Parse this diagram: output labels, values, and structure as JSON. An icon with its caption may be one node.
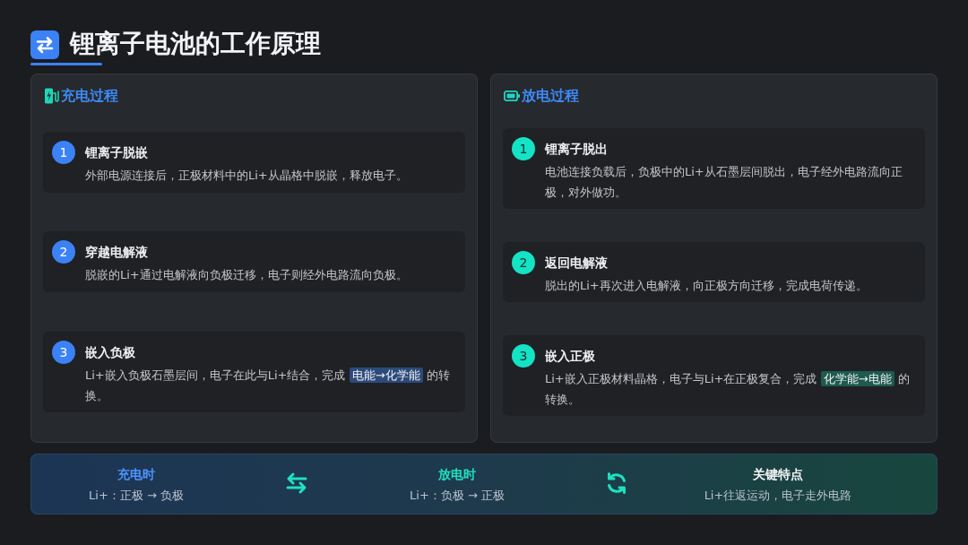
{
  "diagram": {
    "title": "锂离子电池的工作原理",
    "nodes": [
      {
        "text": [
          "充电过程"
        ]
      },
      {
        "text": [
          "锂离子脱嵌",
          "外部电源连接后，正极材料中的Li+从晶格中脱嵌，释放电子。"
        ],
        "in": 0
      },
      {
        "text": [
          "1"
        ],
        "in": 1
      },
      {
        "text": [
          "穿越电解液",
          "脱嵌的Li+通过电解液向负极迁移，电子则经外电路流向负极。"
        ],
        "in": 0
      },
      {
        "text": [
          "2"
        ],
        "in": 3
      },
      {
        "text": [
          "嵌入负极",
          "Li+嵌入负极石墨层间，电子在此与Li+结合，完成 **电能→化学能** 的转换。"
        ],
        "in": 0
      },
      {
        "text": [
          "3"
        ],
        "in": 5
      },
      {
        "text": [
          "放电过程"
        ]
      },
      {
        "text": [
          "锂离子脱出",
          "电池连接负载后，负极中的Li+从石墨层间脱出，电子经外电路流向正极，对外做功。"
        ],
        "in": 7
      },
      {
        "text": [
          "1"
        ],
        "in": 8
      },
      {
        "text": [
          "返回电解液",
          "脱出的Li+再次进入电解液，向正极方向迁移，完成电荷传递。"
        ],
        "in": 7
      },
      {
        "text": [
          "2"
        ],
        "in": 10
      },
      {
        "text": [
          "嵌入正极",
          "Li+嵌入正极材料晶格，电子与Li+在正极复合，完成 **化学能→电能** 的转换。"
        ],
        "in": 7
      },
      {
        "text": [
          "3"
        ],
        "in": 12
      },
      {
        "text": [
          "充电时",
          "Li+：正极 → 负极",
          "放电时",
          "Li+：负极 → 正极",
          "关键特点",
          "Li+往返运动，电子走外电路"
        ]
      }
    ]
  }
}
